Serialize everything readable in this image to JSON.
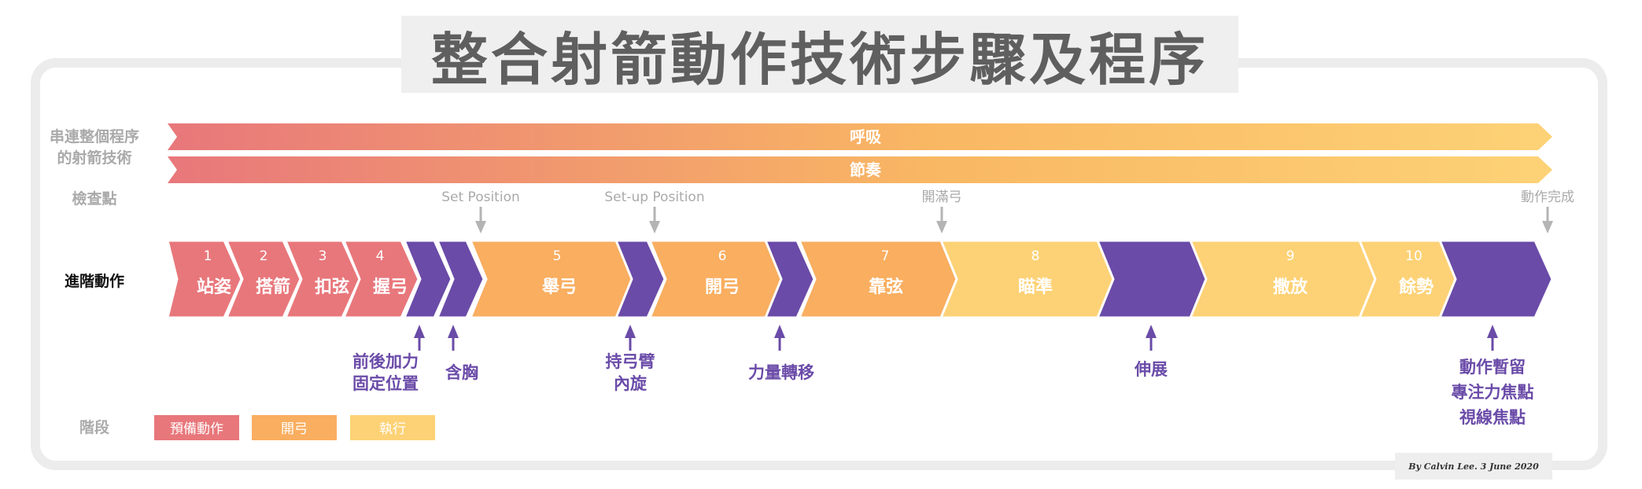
{
  "title": "整合射箭動作技術步驟及程序",
  "credit": "By Calvin Lee. 3 June  2020",
  "colors": {
    "red": "#e8777b",
    "orange": "#f9ae60",
    "yellow": "#fdd276",
    "purple": "#6a4ba8",
    "gray_text": "#aaaaaa",
    "gray_arrow": "#b4b4b4",
    "frame": "#ececec"
  },
  "row_labels": {
    "continuous": [
      "串連整個程序",
      "的射箭技術"
    ],
    "checkpoint": "檢查點",
    "advanced": "進階動作",
    "phase": "階段"
  },
  "bands": [
    {
      "label": "呼吸"
    },
    {
      "label": "節奏"
    }
  ],
  "checkpoints": [
    {
      "label": "Set Position"
    },
    {
      "label": "Set-up Position"
    },
    {
      "label": "開滿弓"
    },
    {
      "label": "動作完成"
    }
  ],
  "steps": [
    {
      "num": "1",
      "label": "站姿",
      "phase": "red"
    },
    {
      "num": "2",
      "label": "搭箭",
      "phase": "red"
    },
    {
      "num": "3",
      "label": "扣弦",
      "phase": "red"
    },
    {
      "num": "4",
      "label": "握弓",
      "phase": "red"
    },
    {
      "num": "",
      "label": "",
      "phase": "purple"
    },
    {
      "num": "",
      "label": "",
      "phase": "purple"
    },
    {
      "num": "5",
      "label": "舉弓",
      "phase": "orange"
    },
    {
      "num": "",
      "label": "",
      "phase": "purple"
    },
    {
      "num": "6",
      "label": "開弓",
      "phase": "orange"
    },
    {
      "num": "",
      "label": "",
      "phase": "purple"
    },
    {
      "num": "7",
      "label": "靠弦",
      "phase": "orange"
    },
    {
      "num": "8",
      "label": "瞄準",
      "phase": "yellow"
    },
    {
      "num": "",
      "label": "",
      "phase": "purple"
    },
    {
      "num": "9",
      "label": "撒放",
      "phase": "yellow"
    },
    {
      "num": "10",
      "label": "餘勢",
      "phase": "yellow"
    },
    {
      "num": "",
      "label": "",
      "phase": "purple"
    }
  ],
  "advanced_actions": [
    {
      "lines": [
        "前後加力",
        "固定位置"
      ]
    },
    {
      "lines": [
        "含胸"
      ]
    },
    {
      "lines": [
        "持弓臂",
        "內旋"
      ]
    },
    {
      "lines": [
        "力量轉移"
      ]
    },
    {
      "lines": [
        "伸展"
      ]
    },
    {
      "lines": [
        "動作暫留",
        "專注力焦點",
        "視線焦點"
      ]
    }
  ],
  "phases": [
    {
      "label": "預備動作",
      "color": "red"
    },
    {
      "label": "開弓",
      "color": "orange"
    },
    {
      "label": "執行",
      "color": "yellow"
    }
  ]
}
